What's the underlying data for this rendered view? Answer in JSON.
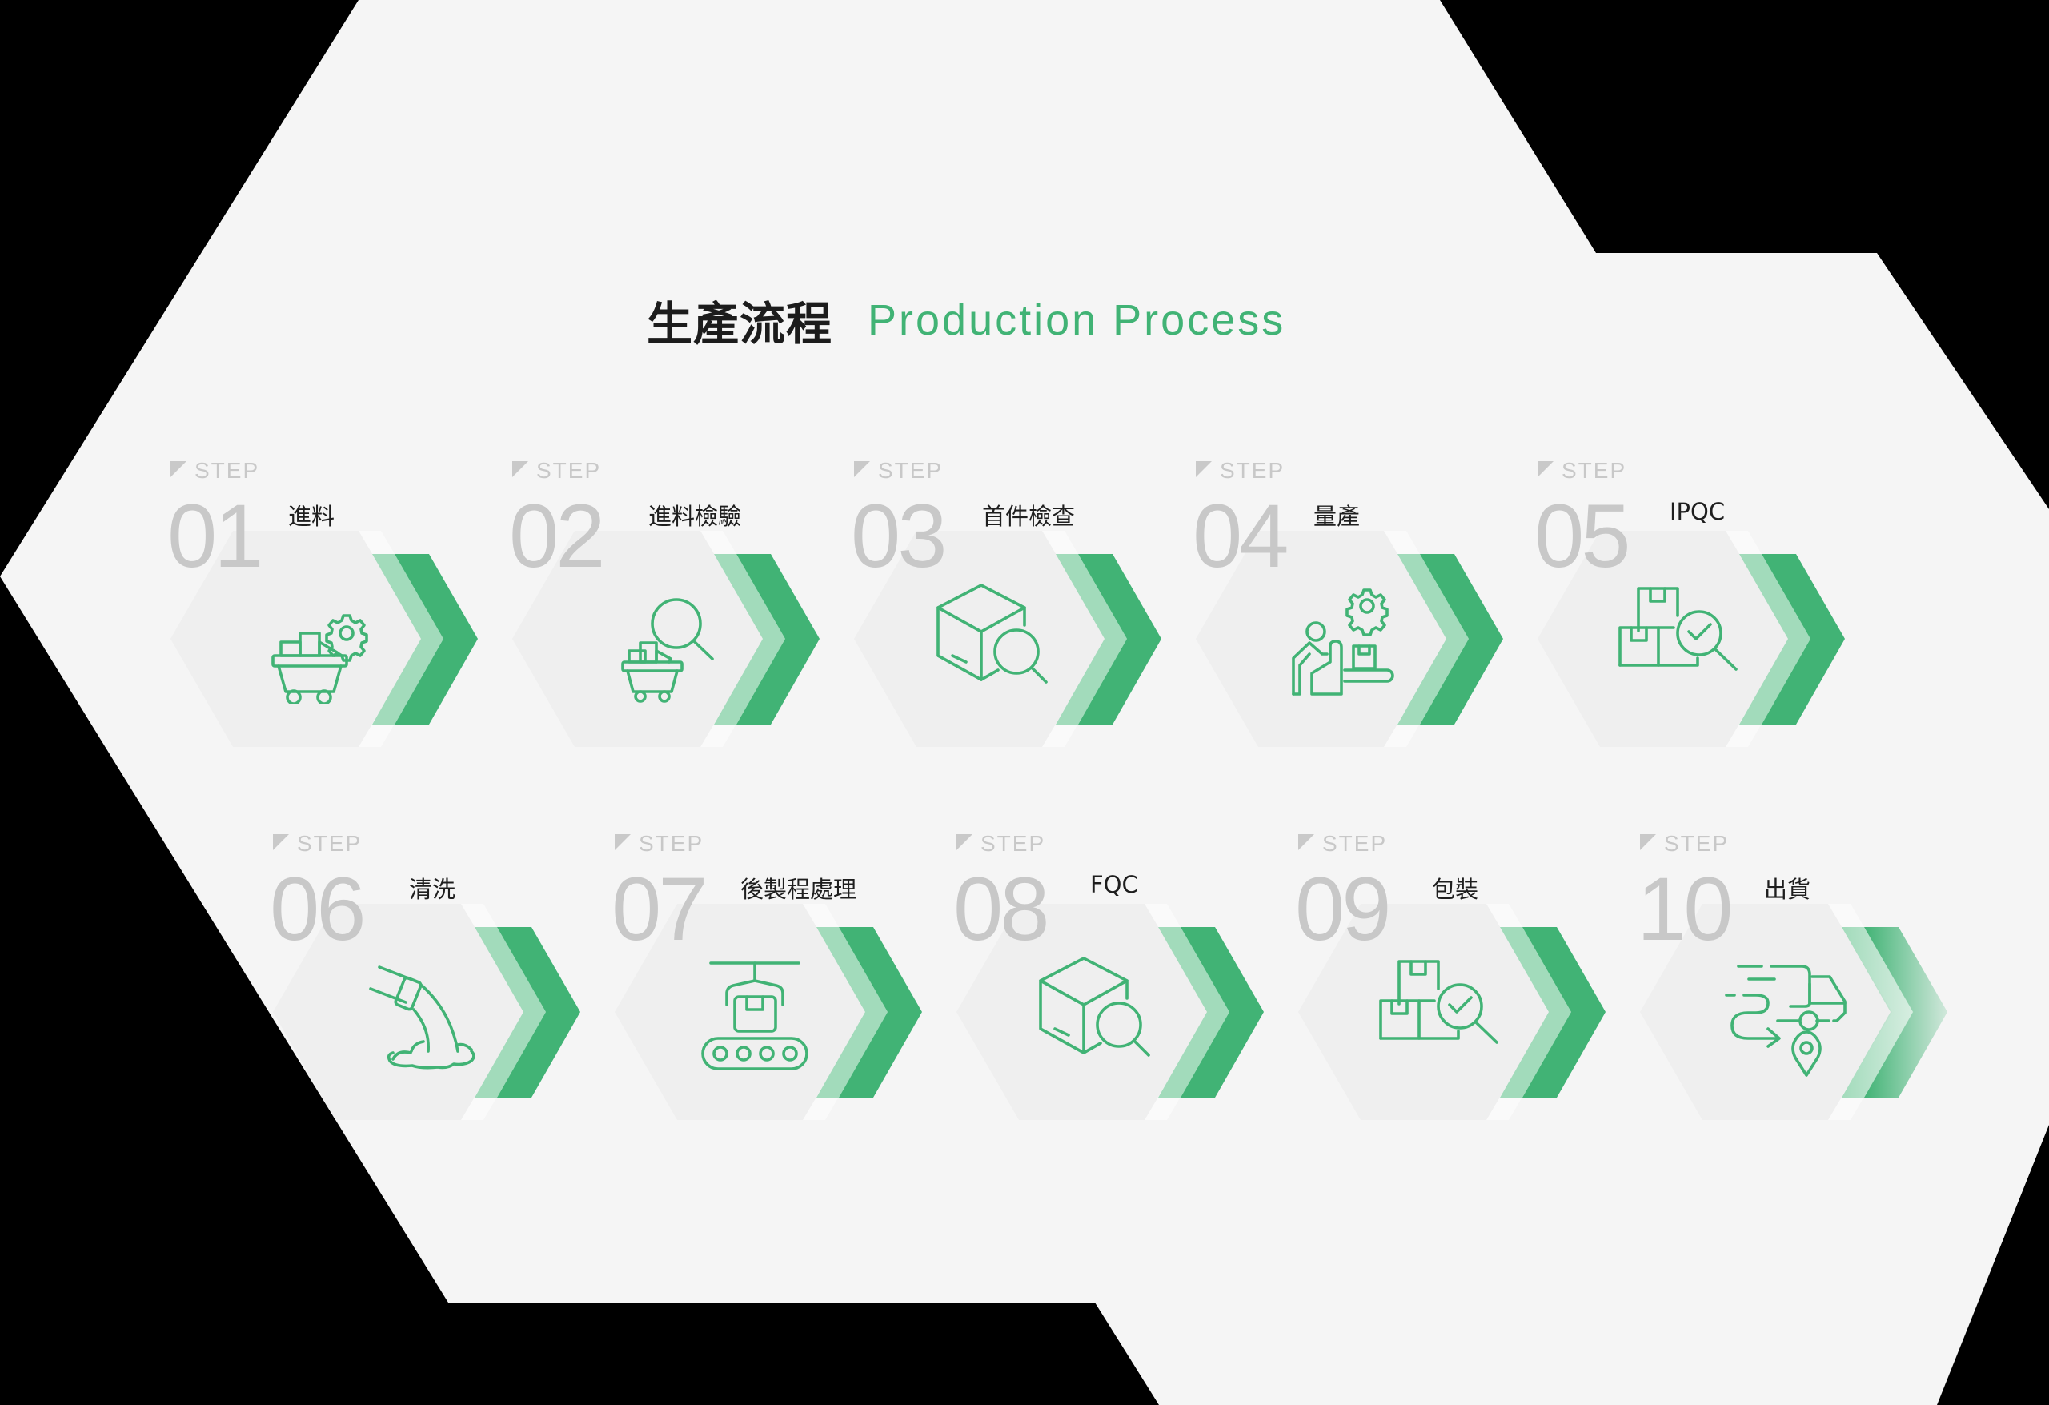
{
  "header": {
    "title_zh": "生產流程",
    "title_en": "Production Process"
  },
  "colors": {
    "accent": "#41b375",
    "accent_light": "#a2dbbb",
    "panel": "#f5f5f5",
    "hex": "#efefef",
    "number": "#c6c6c6",
    "background": "#000000"
  },
  "step_prefix": "STEP",
  "steps": [
    {
      "number": "01",
      "title": "進料",
      "icon": "cart-gear-icon"
    },
    {
      "number": "02",
      "title": "進料檢驗",
      "icon": "cart-search-icon"
    },
    {
      "number": "03",
      "title": "首件檢查",
      "icon": "box-search-icon"
    },
    {
      "number": "04",
      "title": "量產",
      "icon": "worker-conveyor-gear-icon"
    },
    {
      "number": "05",
      "title": "IPQC",
      "icon": "boxes-check-search-icon"
    },
    {
      "number": "06",
      "title": "清洗",
      "icon": "pipe-pour-icon"
    },
    {
      "number": "07",
      "title": "後製程處理",
      "icon": "conveyor-crane-box-icon"
    },
    {
      "number": "08",
      "title": "FQC",
      "icon": "box-search-icon"
    },
    {
      "number": "09",
      "title": "包裝",
      "icon": "boxes-check-search-icon"
    },
    {
      "number": "10",
      "title": "出貨",
      "icon": "delivery-truck-location-icon"
    }
  ]
}
